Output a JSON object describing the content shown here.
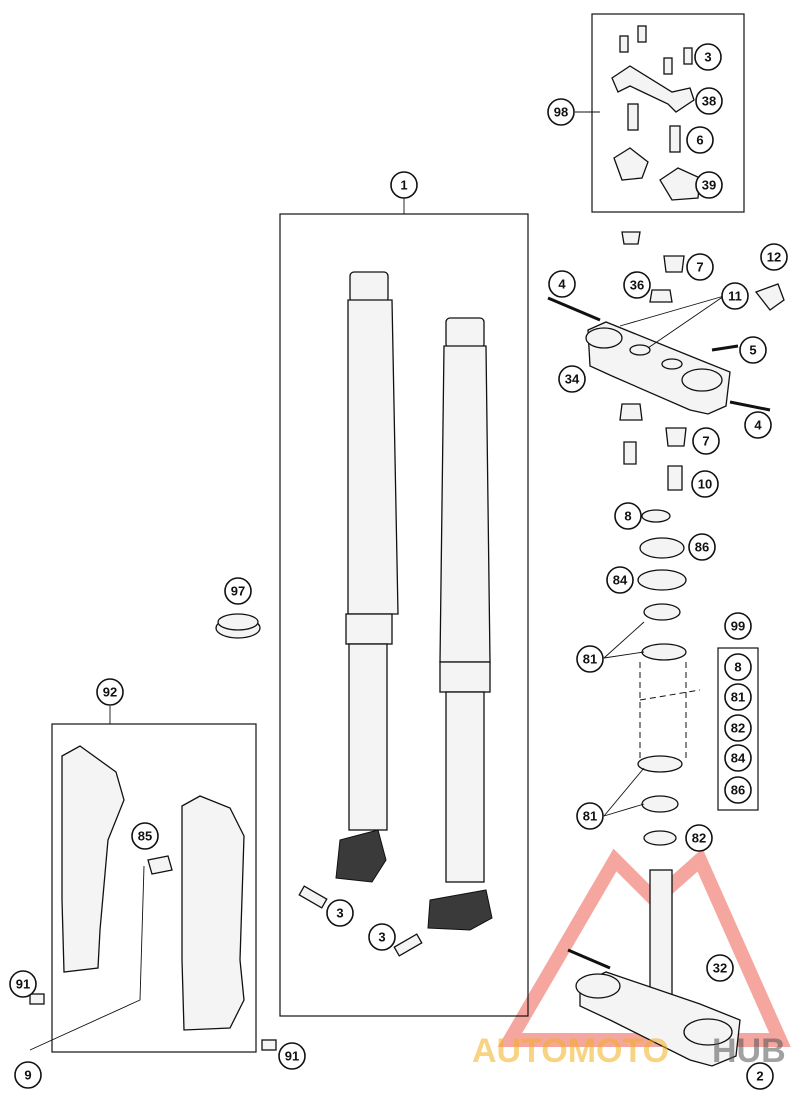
{
  "callouts": {
    "c1": "1",
    "c2": "2",
    "c3a": "3",
    "c3b": "3",
    "c3c": "3",
    "c4a": "4",
    "c4b": "4",
    "c5": "5",
    "c6": "6",
    "c7a": "7",
    "c7b": "7",
    "c8a": "8",
    "c8b": "8",
    "c9": "9",
    "c10": "10",
    "c11": "11",
    "c12": "12",
    "c32": "32",
    "c34": "34",
    "c36": "36",
    "c38": "38",
    "c39": "39",
    "c81a": "81",
    "c81b": "81",
    "c81c": "81",
    "c82a": "82",
    "c82b": "82",
    "c84a": "84",
    "c84b": "84",
    "c85": "85",
    "c86a": "86",
    "c86b": "86",
    "c91a": "91",
    "c91b": "91",
    "c92": "92",
    "c97": "97",
    "c98": "98",
    "c99": "99"
  },
  "watermark": {
    "prefix": "AUTOMOTO",
    "suffix": "HUB",
    "accent_color": "#e8392b",
    "secondary_color": "#f2b01e",
    "dark_color": "#555555"
  }
}
